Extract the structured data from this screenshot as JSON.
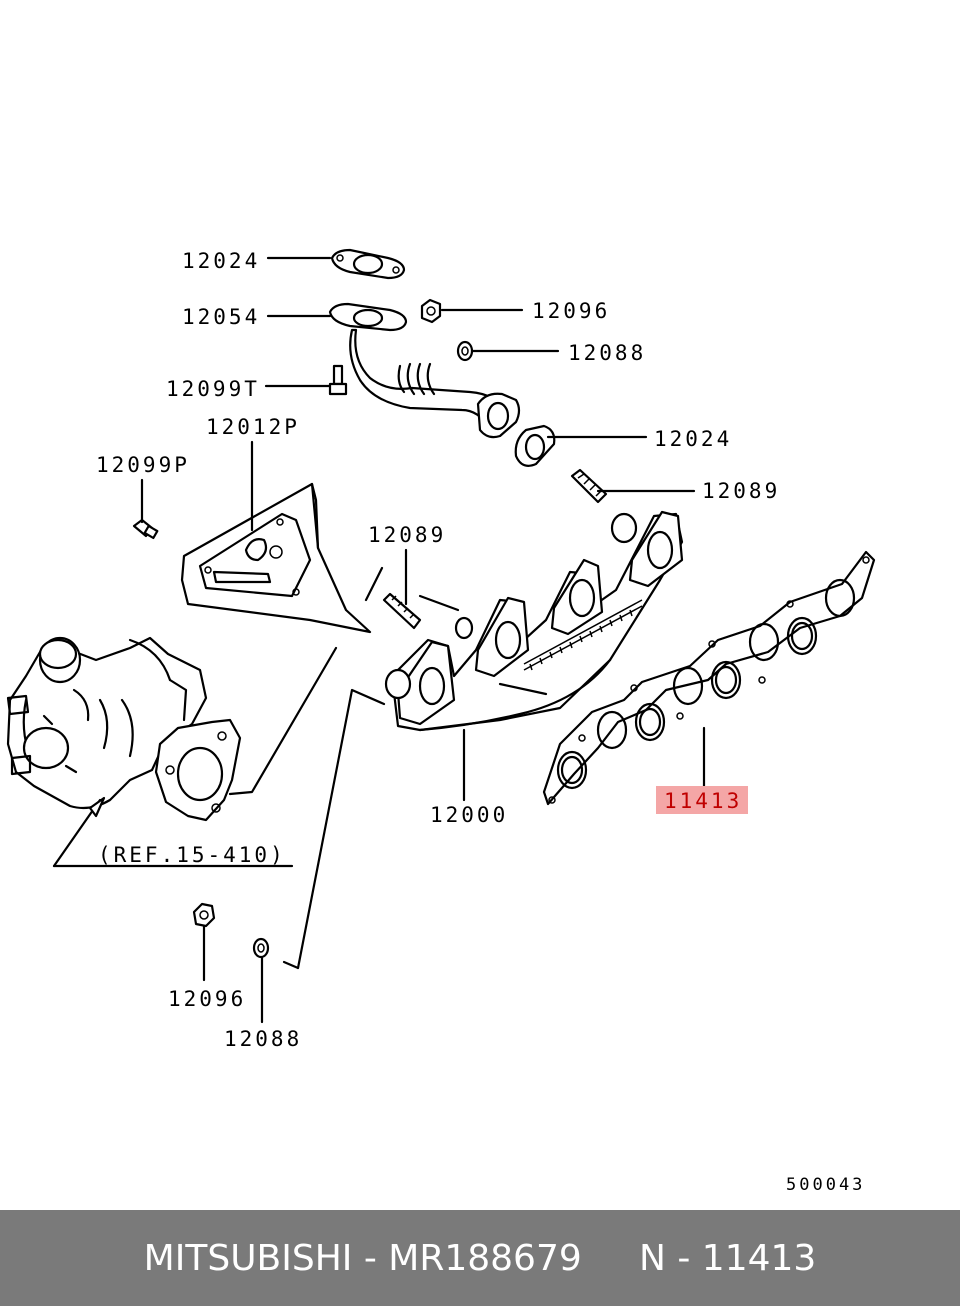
{
  "labels": {
    "l12024_top": "12024",
    "l12054": "12054",
    "l12096_top": "12096",
    "l12088_top": "12088",
    "l12099T": "12099T",
    "l12012P": "12012P",
    "l12024_mid": "12024",
    "l12099P": "12099P",
    "l12089_right": "12089",
    "l12089_mid": "12089",
    "l12000": "12000",
    "l11413": "11413",
    "ref": "(REF.15-410)",
    "l12096_bot": "12096",
    "l12088_bot": "12088",
    "code": "500043"
  },
  "colors": {
    "highlight": "#f4a6a6",
    "highlight_text": "#c00000",
    "footer_bg": "#7a7a7a"
  },
  "footer": {
    "text": "MITSUBISHI - MR188679     N - 11413"
  }
}
